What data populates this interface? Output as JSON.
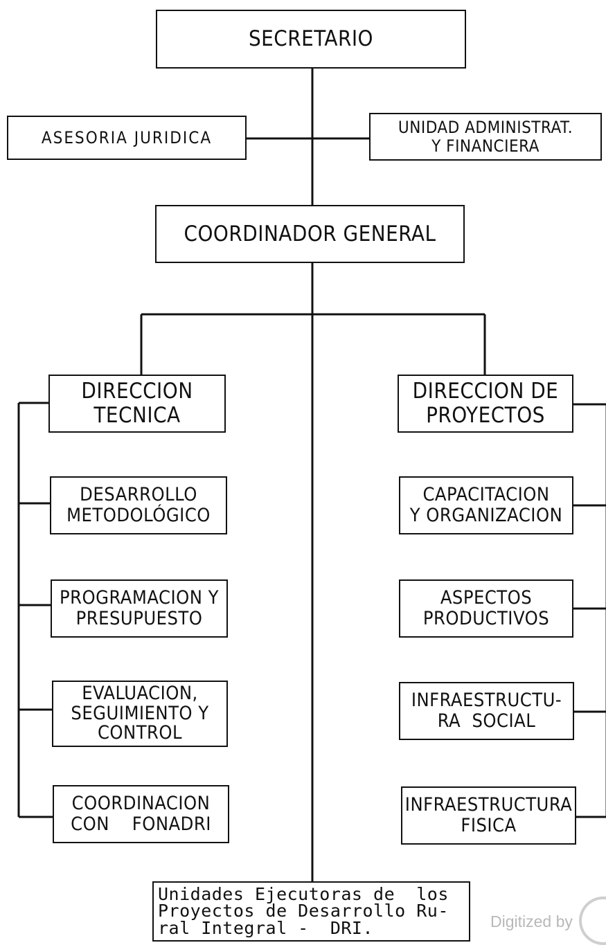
{
  "secretario": "SECRETARIO",
  "asesoria": "ASESORIA JURIDICA",
  "unidad_admin": [
    "UNIDAD ADMINISTRAT.",
    "Y  FINANCIERA"
  ],
  "coordinador": "COORDINADOR  GENERAL",
  "dir_tecnica": [
    "DIRECCION",
    "TECNICA"
  ],
  "dir_proyectos": [
    "DIRECCION DE",
    "PROYECTOS"
  ],
  "left_units": [
    [
      "DESARROLLO",
      "METODOLÓGICO"
    ],
    [
      "PROGRAMACION Y",
      "PRESUPUESTO"
    ],
    [
      "EVALUACION,",
      "SEGUIMIENTO Y",
      "CONTROL"
    ],
    [
      "COORDINACION",
      "CON    FONADRI"
    ]
  ],
  "right_units": [
    [
      "CAPACITACION",
      "Y ORGANIZACION"
    ],
    [
      "ASPECTOS",
      "PRODUCTIVOS"
    ],
    [
      "INFRAESTRUCTU-",
      "RA  SOCIAL"
    ],
    [
      "INFRAESTRUCTURA",
      "FISICA"
    ]
  ],
  "unidades_ejecutoras": [
    "Unidades Ejecutoras de  los",
    "Proyectos de Desarrollo Ru-",
    "ral Integral -  DRI."
  ],
  "watermark": "Digitized by"
}
